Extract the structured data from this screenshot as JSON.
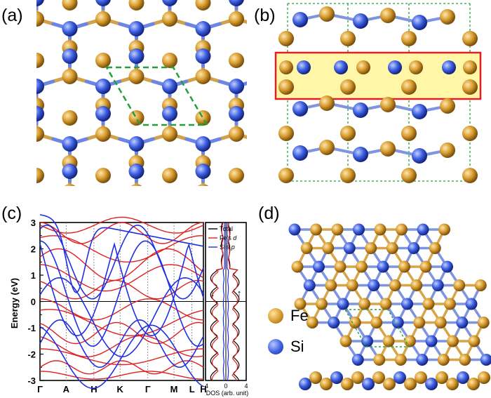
{
  "panels": {
    "a": "(a)",
    "b": "(b)",
    "c": "(c)",
    "d": "(d)"
  },
  "colors": {
    "fe": "#d69a2c",
    "si": "#3c5fe0",
    "cell": "#23a03a",
    "highlight": "#fff6a8",
    "highlight_border": "#e02020",
    "total": "#000000",
    "fe_d": "#e02020",
    "si_p": "#2030e0"
  },
  "legend_d": {
    "fe": "Fe",
    "si": "Si"
  },
  "chart_data": {
    "type": "line",
    "ylabel": "Energy (eV)",
    "ylim": [
      -3,
      3
    ],
    "yticks": [
      "3",
      "2",
      "1",
      "0",
      "-1",
      "-2",
      "-3"
    ],
    "kpath": [
      "Γ",
      "A",
      "H",
      "K",
      "Γ",
      "M",
      "L",
      "H"
    ],
    "kpos": [
      0,
      0.16,
      0.33,
      0.49,
      0.66,
      0.82,
      0.93,
      1.0
    ],
    "dos": {
      "xlabel": "DOS (arb. unit)",
      "xticks": [
        "-4",
        "0",
        "4"
      ],
      "xlim": [
        -4,
        4
      ],
      "spin_down_arrow": "↓",
      "spin_up_arrow": "↑",
      "legend": [
        {
          "name": "Total",
          "label_parts": [
            "Total",
            ""
          ]
        },
        {
          "name": "Fe's d",
          "label_parts": [
            "Fe's ",
            "d"
          ]
        },
        {
          "name": "Si's p",
          "label_parts": [
            "Si's ",
            "p"
          ]
        }
      ]
    }
  }
}
